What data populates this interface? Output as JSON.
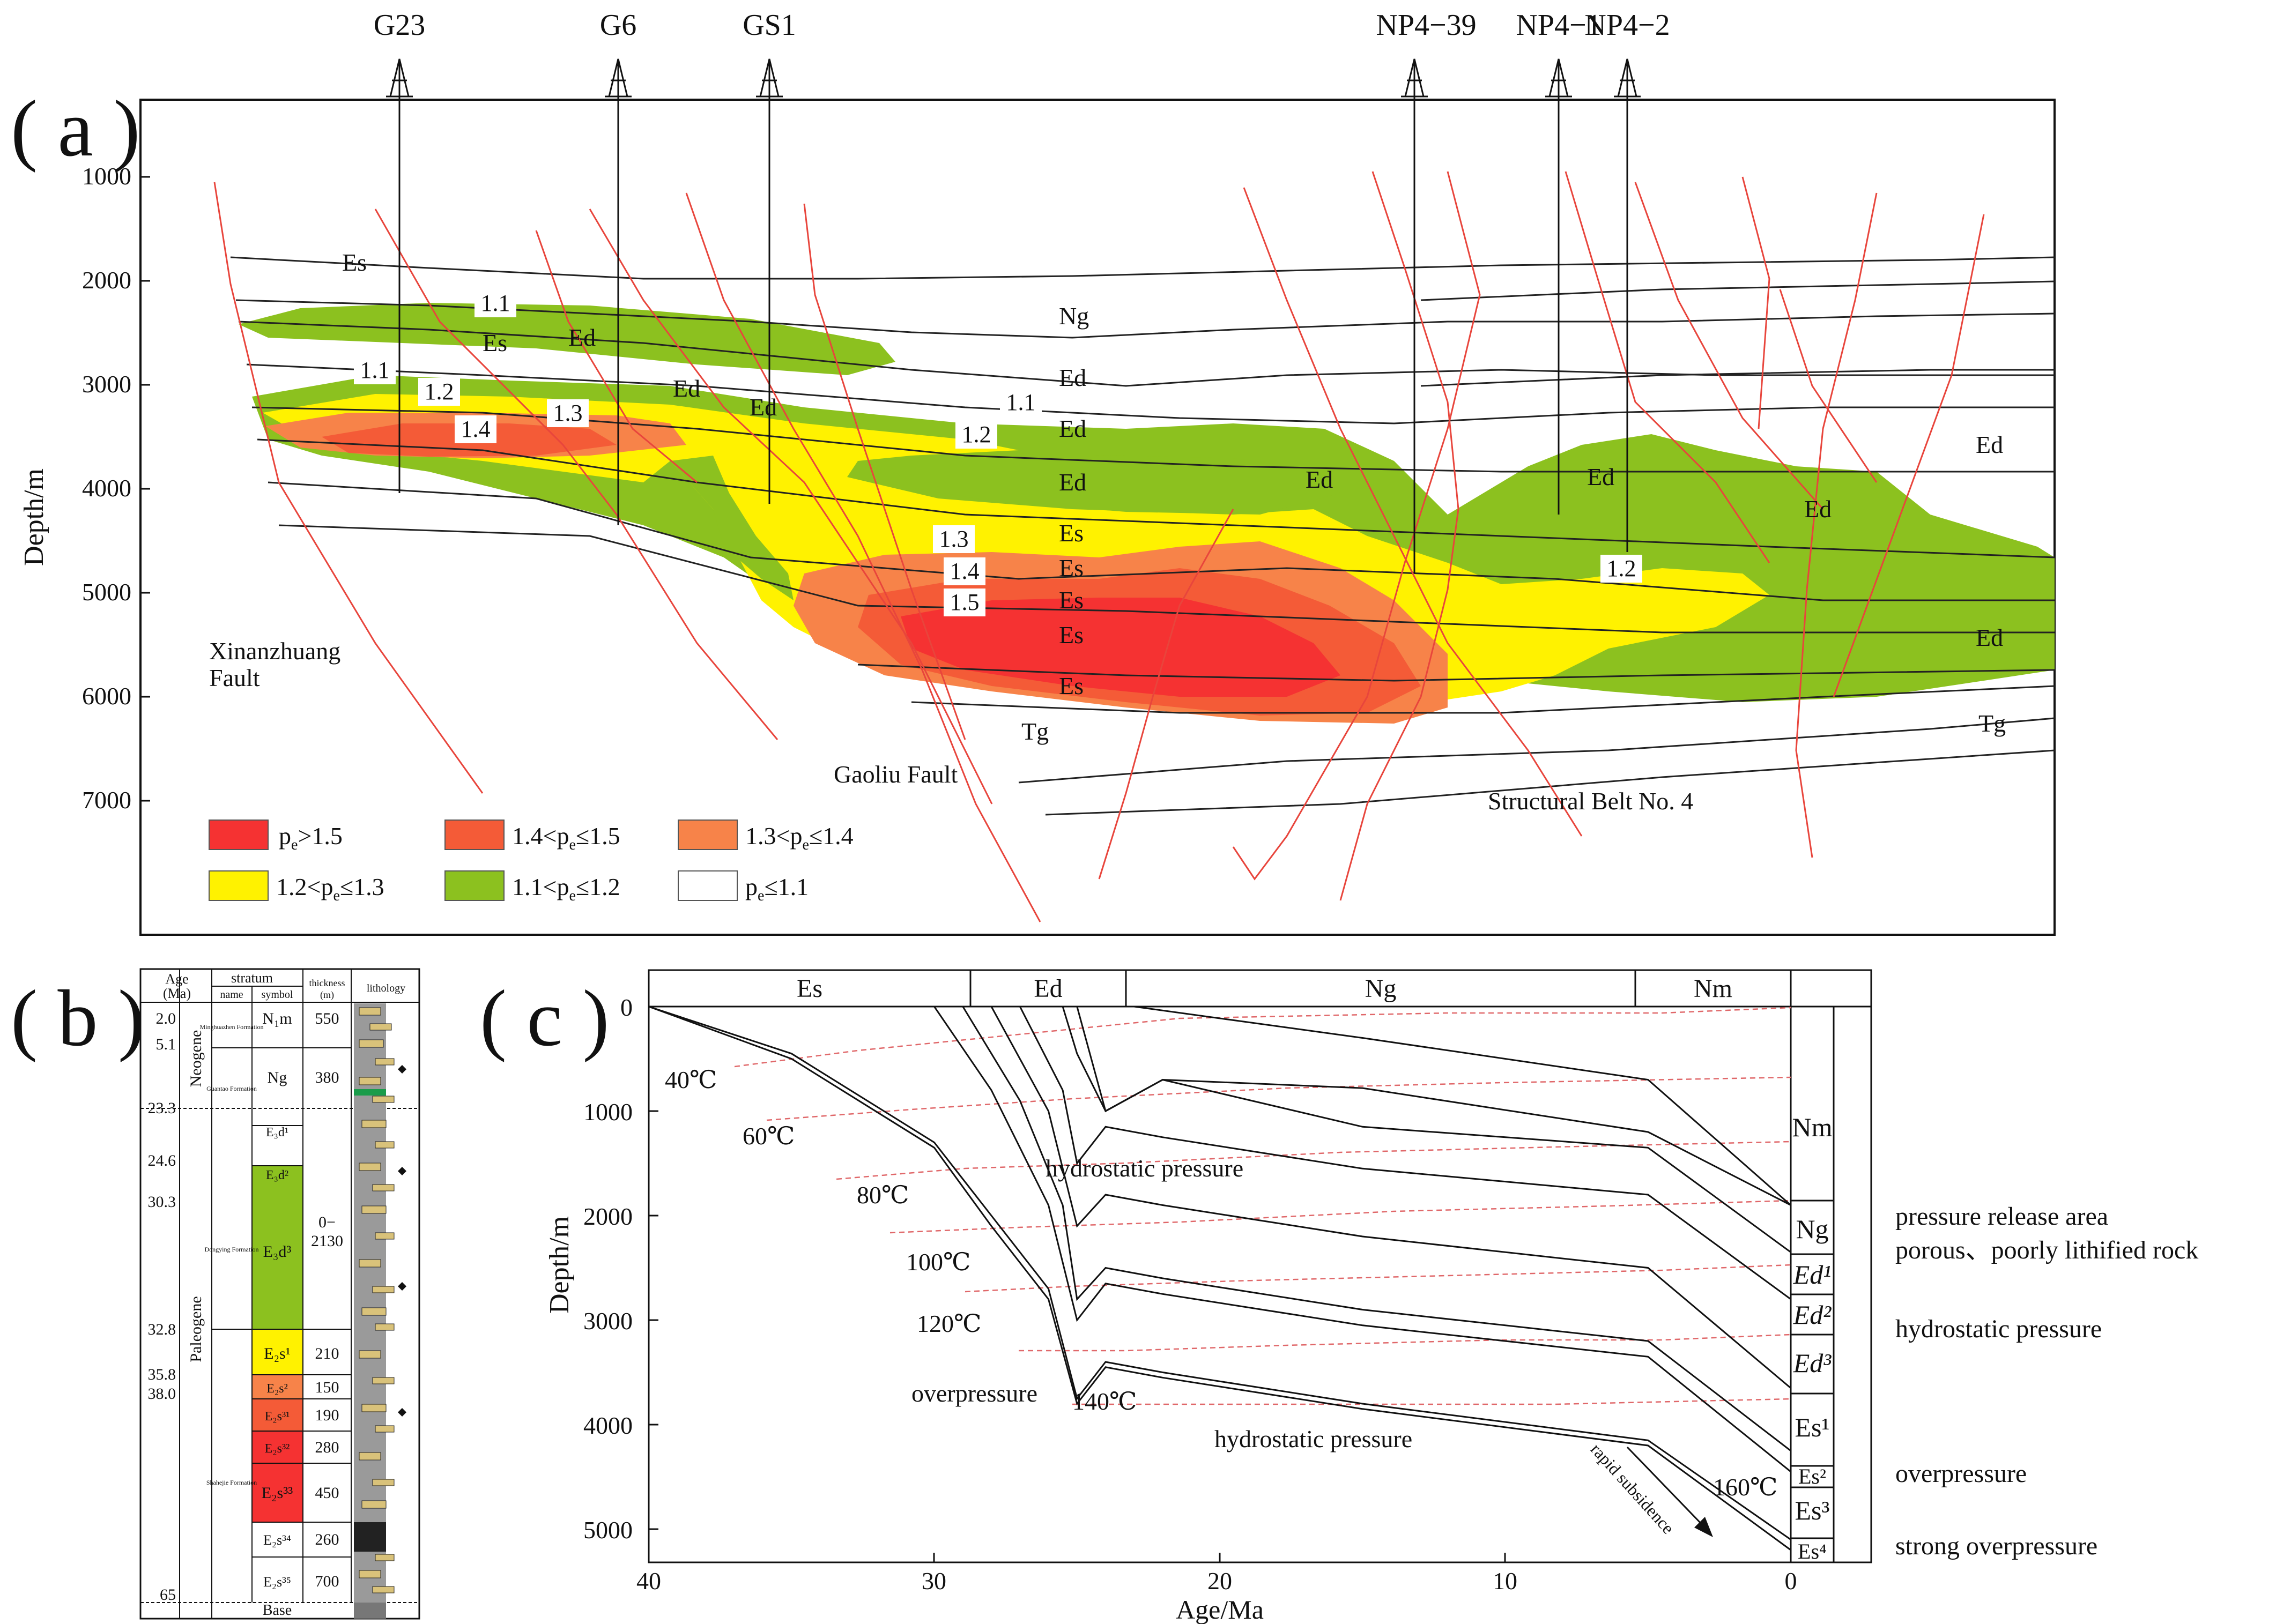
{
  "panel_a": {
    "label": "( a )",
    "ylabel": "Depth/m",
    "yticks": [
      "1000",
      "2000",
      "3000",
      "4000",
      "5000",
      "6000",
      "7000"
    ],
    "wells": [
      "G23",
      "G6",
      "GS1",
      "NP4−39",
      "NP4−1",
      "NP4−2"
    ],
    "strata": [
      "Ng",
      "Ed",
      "Ed",
      "Ed",
      "Es",
      "Es",
      "Es",
      "Es",
      "Es",
      "Tg",
      "Es",
      "Es",
      "Ed",
      "Ed",
      "Ed",
      "Ed",
      "Ed",
      "Ed",
      "Ed",
      "Ed",
      "Tg"
    ],
    "contours": [
      "1.1",
      "1.1",
      "1.2",
      "1.3",
      "1.4",
      "1.1",
      "1.2",
      "1.3",
      "1.4",
      "1.5",
      "1.2"
    ],
    "faults": [
      "Xinanzhuang",
      "Fault",
      "Gaoliu Fault",
      "Structural Belt No. 4"
    ],
    "legend": [
      "p",
      "e",
      ">1.5",
      "1.4<",
      "p",
      "e",
      "≤1.5",
      "1.3<",
      "p",
      "e",
      "≤1.4",
      "1.2<",
      "p",
      "e",
      "≤1.3",
      "1.1<",
      "p",
      "e",
      "≤1.2",
      "p",
      "e",
      "≤1.1"
    ],
    "colors": {
      "strong": "#f53232",
      "high": "#f45b37",
      "mid": "#f78349",
      "yel": "#fff200",
      "grn": "#8cc11f"
    }
  },
  "panel_b": {
    "label": "( b )",
    "headers": [
      "Age",
      "(Ma)",
      "stratum",
      "name",
      "symbol",
      "thickness",
      "(m)",
      "lithology"
    ],
    "ages": [
      "2.0",
      "5.1",
      "23.3",
      "24.6",
      "30.3",
      "32.8",
      "35.8",
      "38.0",
      "65"
    ],
    "eras": [
      "Neogene",
      "Paleogene"
    ],
    "formations": [
      "Minghuazhen Formation",
      "Guantao Formation",
      "Dongying Formation",
      "Shahejie Formation"
    ],
    "rows": [
      {
        "sym": "N₁m",
        "th": "550"
      },
      {
        "sym": "Ng",
        "th": "380"
      },
      {
        "sym": "E₃d¹",
        "th": ""
      },
      {
        "sym": "E₃d²",
        "th": "0−"
      },
      {
        "sym": "E₃d³",
        "th": "2130"
      },
      {
        "sym": "E₂s¹",
        "th": "210"
      },
      {
        "sym": "E₂s²",
        "th": "150"
      },
      {
        "sym": "E₂s³¹",
        "th": "190"
      },
      {
        "sym": "E₂s³²",
        "th": "280"
      },
      {
        "sym": "E₂s³³",
        "th": "450"
      },
      {
        "sym": "E₂s³⁴",
        "th": "260"
      },
      {
        "sym": "E₂s³⁵",
        "th": "700"
      }
    ],
    "base": "Base"
  },
  "panel_c": {
    "label": "( c )",
    "xlabel": "Age/Ma",
    "ylabel": "Depth/m",
    "xticks": [
      "40",
      "30",
      "20",
      "10",
      "0"
    ],
    "yticks": [
      "0",
      "1000",
      "2000",
      "3000",
      "4000",
      "5000"
    ],
    "top_bar": [
      "Es",
      "Ed",
      "Ng",
      "Nm"
    ],
    "isotherms": [
      "40℃",
      "60℃",
      "80℃",
      "100℃",
      "120℃",
      "140℃",
      "160℃"
    ],
    "annotations": [
      "hydrostatic pressure",
      "overpressure",
      "hydrostatic pressure",
      "rapid subsidence"
    ],
    "layers": [
      "Nm",
      "Ng",
      "Ed¹",
      "Ed²",
      "Ed³",
      "Es¹",
      "Es²",
      "Es³",
      "Es⁴"
    ],
    "right_notes": [
      "pressure release area",
      "porous、poorly lithified rock",
      "hydrostatic pressure",
      "overpressure",
      "strong overpressure"
    ],
    "chart_data": {
      "type": "line",
      "xlabel": "Age/Ma",
      "ylabel": "Depth/m",
      "xlim": [
        40,
        0
      ],
      "ylim": [
        0,
        5300
      ],
      "series": [
        {
          "x": [
            40,
            35,
            30,
            28,
            26,
            25,
            24,
            22,
            15,
            5,
            0
          ],
          "y": [
            0,
            450,
            1300,
            2000,
            2700,
            3750,
            3400,
            3500,
            3800,
            4150,
            5100
          ]
        },
        {
          "x": [
            40,
            35,
            30,
            28,
            26,
            25,
            24,
            22,
            15,
            5,
            0
          ],
          "y": [
            0,
            500,
            1350,
            2100,
            2800,
            3800,
            3450,
            3550,
            3850,
            4200,
            5200
          ]
        },
        {
          "x": [
            30,
            28,
            26,
            25,
            24,
            22,
            15,
            5,
            0
          ],
          "y": [
            0,
            800,
            1900,
            3000,
            2650,
            2750,
            3050,
            3350,
            4450
          ]
        },
        {
          "x": [
            29,
            27,
            25.5,
            25,
            24,
            22,
            15,
            5,
            0
          ],
          "y": [
            0,
            900,
            1900,
            2800,
            2500,
            2600,
            2900,
            3200,
            4250
          ]
        },
        {
          "x": [
            28,
            26,
            25,
            24,
            22,
            15,
            5,
            0
          ],
          "y": [
            0,
            1000,
            2100,
            1800,
            1900,
            2200,
            2500,
            3650
          ]
        },
        {
          "x": [
            27,
            25.5,
            25,
            24,
            22,
            15,
            5,
            0
          ],
          "y": [
            0,
            800,
            1500,
            1150,
            1250,
            1550,
            1800,
            2800
          ]
        },
        {
          "x": [
            25,
            24,
            22,
            15,
            5,
            0
          ],
          "y": [
            0,
            1000,
            700,
            1150,
            1350,
            2350
          ]
        },
        {
          "x": [
            25.5,
            25,
            24,
            22,
            15,
            5,
            0
          ],
          "y": [
            0,
            450,
            1000,
            700,
            780,
            1200,
            1900
          ]
        },
        {
          "x": [
            23,
            15,
            5,
            0
          ],
          "y": [
            0,
            300,
            700,
            1900
          ]
        }
      ]
    }
  }
}
